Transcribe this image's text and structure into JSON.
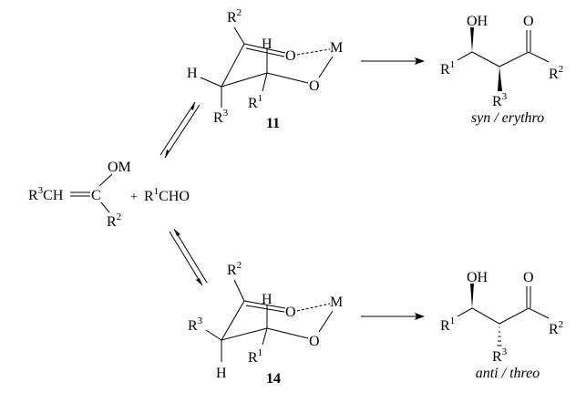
{
  "reactants": {
    "enolate": {
      "r3": "R",
      "r3_sup": "3",
      "ch": "CH",
      "c": "C",
      "om": "OM",
      "r2": "R",
      "r2_sup": "2"
    },
    "plus": "+",
    "aldehyde": {
      "r1": "R",
      "r1_sup": "1",
      "cho": "CHO"
    }
  },
  "ts_top": {
    "r2": "R",
    "r2_sup": "2",
    "h_top": "H",
    "o_carbonyl": "O",
    "m": "M",
    "o_ring": "O",
    "h_left": "H",
    "r3": "R",
    "r3_sup": "3",
    "r1": "R",
    "r1_sup": "1",
    "number": "11"
  },
  "ts_bottom": {
    "r2": "R",
    "r2_sup": "2",
    "h_top": "H",
    "o_carbonyl": "O",
    "m": "M",
    "o_ring": "O",
    "r3": "R",
    "r3_sup": "3",
    "h_bottom": "H",
    "r1": "R",
    "r1_sup": "1",
    "number": "14"
  },
  "product_top": {
    "oh": "OH",
    "o": "O",
    "r1": "R",
    "r1_sup": "1",
    "r2": "R",
    "r2_sup": "2",
    "r3": "R",
    "r3_sup": "3",
    "label": "syn / erythro"
  },
  "product_bottom": {
    "oh": "OH",
    "o": "O",
    "r1": "R",
    "r1_sup": "1",
    "r2": "R",
    "r2_sup": "2",
    "r3": "R",
    "r3_sup": "3",
    "label": "anti / threo"
  }
}
